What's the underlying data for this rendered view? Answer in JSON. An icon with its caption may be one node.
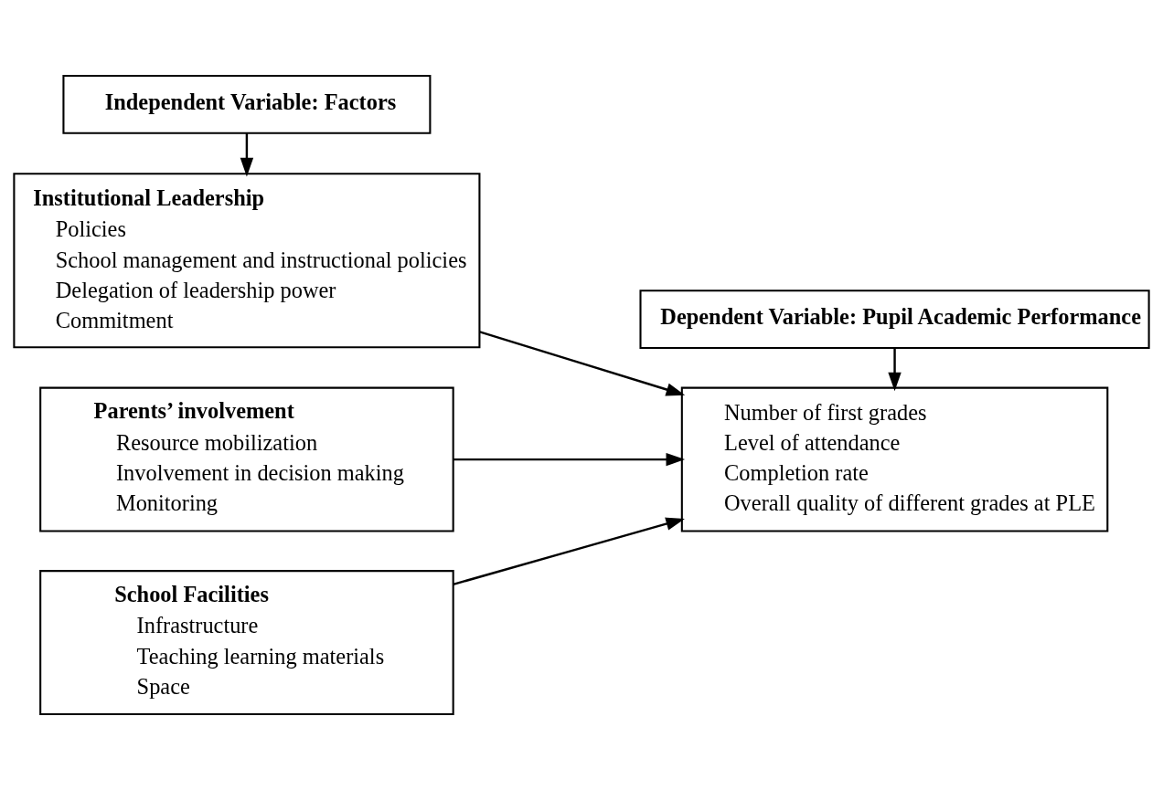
{
  "diagram": {
    "nodes": [
      {
        "text": [
          "Independent Variable: Factors"
        ]
      },
      {
        "text": [
          "Institutional Leadership",
          "Policies",
          "School management and instructional policies",
          "Delegation of leadership power",
          "Commitment"
        ]
      },
      {
        "text": [
          "Parents’ involvement",
          "Resource mobilization",
          "Involvement in decision making",
          "Monitoring"
        ]
      },
      {
        "text": [
          "School Facilities",
          "Infrastructure",
          "Teaching learning materials",
          "Space"
        ]
      },
      {
        "text": [
          "Dependent Variable: Pupil Academic Performance"
        ]
      },
      {
        "text": [
          "Number of first grades",
          "Level of attendance",
          "Completion rate",
          "Overall quality of different grades at PLE"
        ]
      }
    ],
    "edges": [
      {
        "from": 0,
        "to": 1,
        "arrow": "to"
      },
      {
        "from": 1,
        "to": 5,
        "arrow": "to"
      },
      {
        "from": 2,
        "to": 5,
        "arrow": "to"
      },
      {
        "from": 3,
        "to": 5,
        "arrow": "to"
      },
      {
        "from": 4,
        "to": 5,
        "arrow": "to"
      }
    ]
  }
}
